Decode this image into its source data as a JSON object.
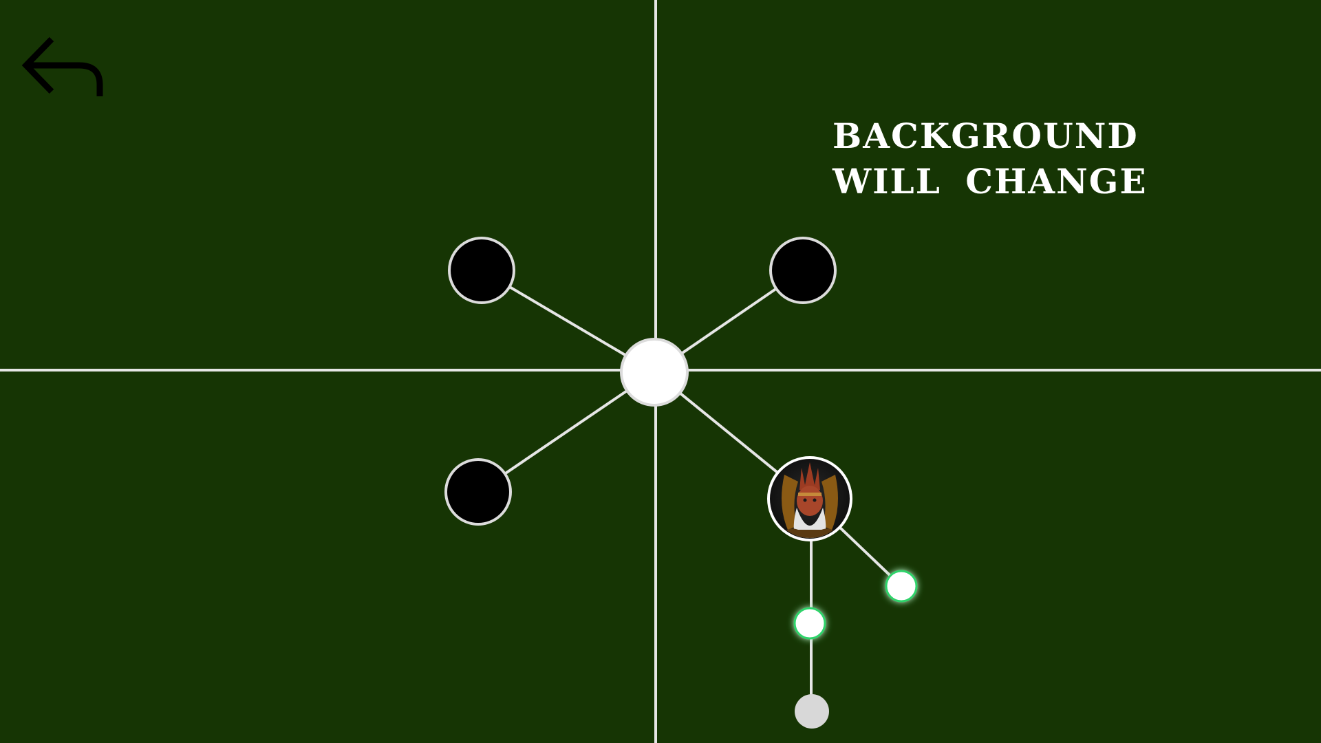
{
  "page": {
    "background_color": "#163504",
    "line_color": "#e6e6e6",
    "locked_node_color": "#000000",
    "center_node_color": "#ffffff",
    "ring_color": "#dcdcdc",
    "glow_color": "#2fd36b",
    "disabled_node_color": "#d8d8d8"
  },
  "header": {
    "back_icon": "undo-arrow-icon",
    "notice_text": "BACKGROUND WILL CHANGE"
  },
  "skill_tree": {
    "center_node": {
      "state": "unlocked"
    },
    "branch_nodes": [
      {
        "slot": "upper-left",
        "state": "locked"
      },
      {
        "slot": "upper-right",
        "state": "locked"
      },
      {
        "slot": "lower-left",
        "state": "locked"
      },
      {
        "slot": "lower-right",
        "state": "selected",
        "portrait": "character-portrait-icon"
      }
    ],
    "sub_nodes": [
      {
        "slot": "diagonal",
        "state": "available"
      },
      {
        "slot": "down-1",
        "state": "available"
      },
      {
        "slot": "down-2",
        "state": "disabled"
      }
    ]
  }
}
